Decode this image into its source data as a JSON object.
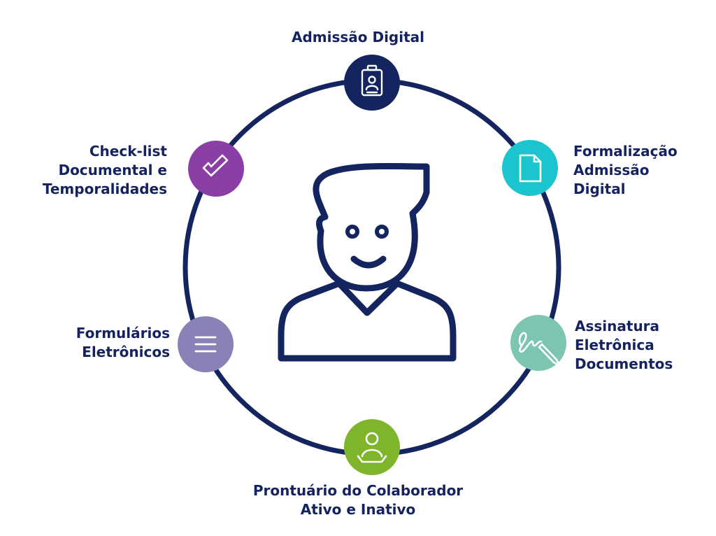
{
  "nodes": {
    "admissao": {
      "lines": [
        "Admissão Digital"
      ],
      "color": "#14245f",
      "icon": "id-badge-icon"
    },
    "formalizacao": {
      "lines": [
        "Formalização",
        "Admissão",
        "Digital"
      ],
      "color": "#1bc5cf",
      "icon": "document-icon"
    },
    "assinatura": {
      "lines": [
        "Assinatura",
        "Eletrônica",
        "Documentos"
      ],
      "color": "#7cc6b1",
      "icon": "signature-pen-icon"
    },
    "prontuario": {
      "lines": [
        "Prontuário do Colaborador",
        "Ativo e Inativo"
      ],
      "color": "#7fb52a",
      "icon": "person-location-icon"
    },
    "formularios": {
      "lines": [
        "Formulários",
        "Eletrônicos"
      ],
      "color": "#8882b6",
      "icon": "menu-lines-icon"
    },
    "checklist": {
      "lines": [
        "Check-list",
        "Documental e",
        "Temporalidades"
      ],
      "color": "#8a3fa6",
      "icon": "checkmark-icon"
    }
  },
  "center": {
    "icon": "user-avatar-icon"
  },
  "ring_color": "#14245f",
  "label_color": "#14235e"
}
